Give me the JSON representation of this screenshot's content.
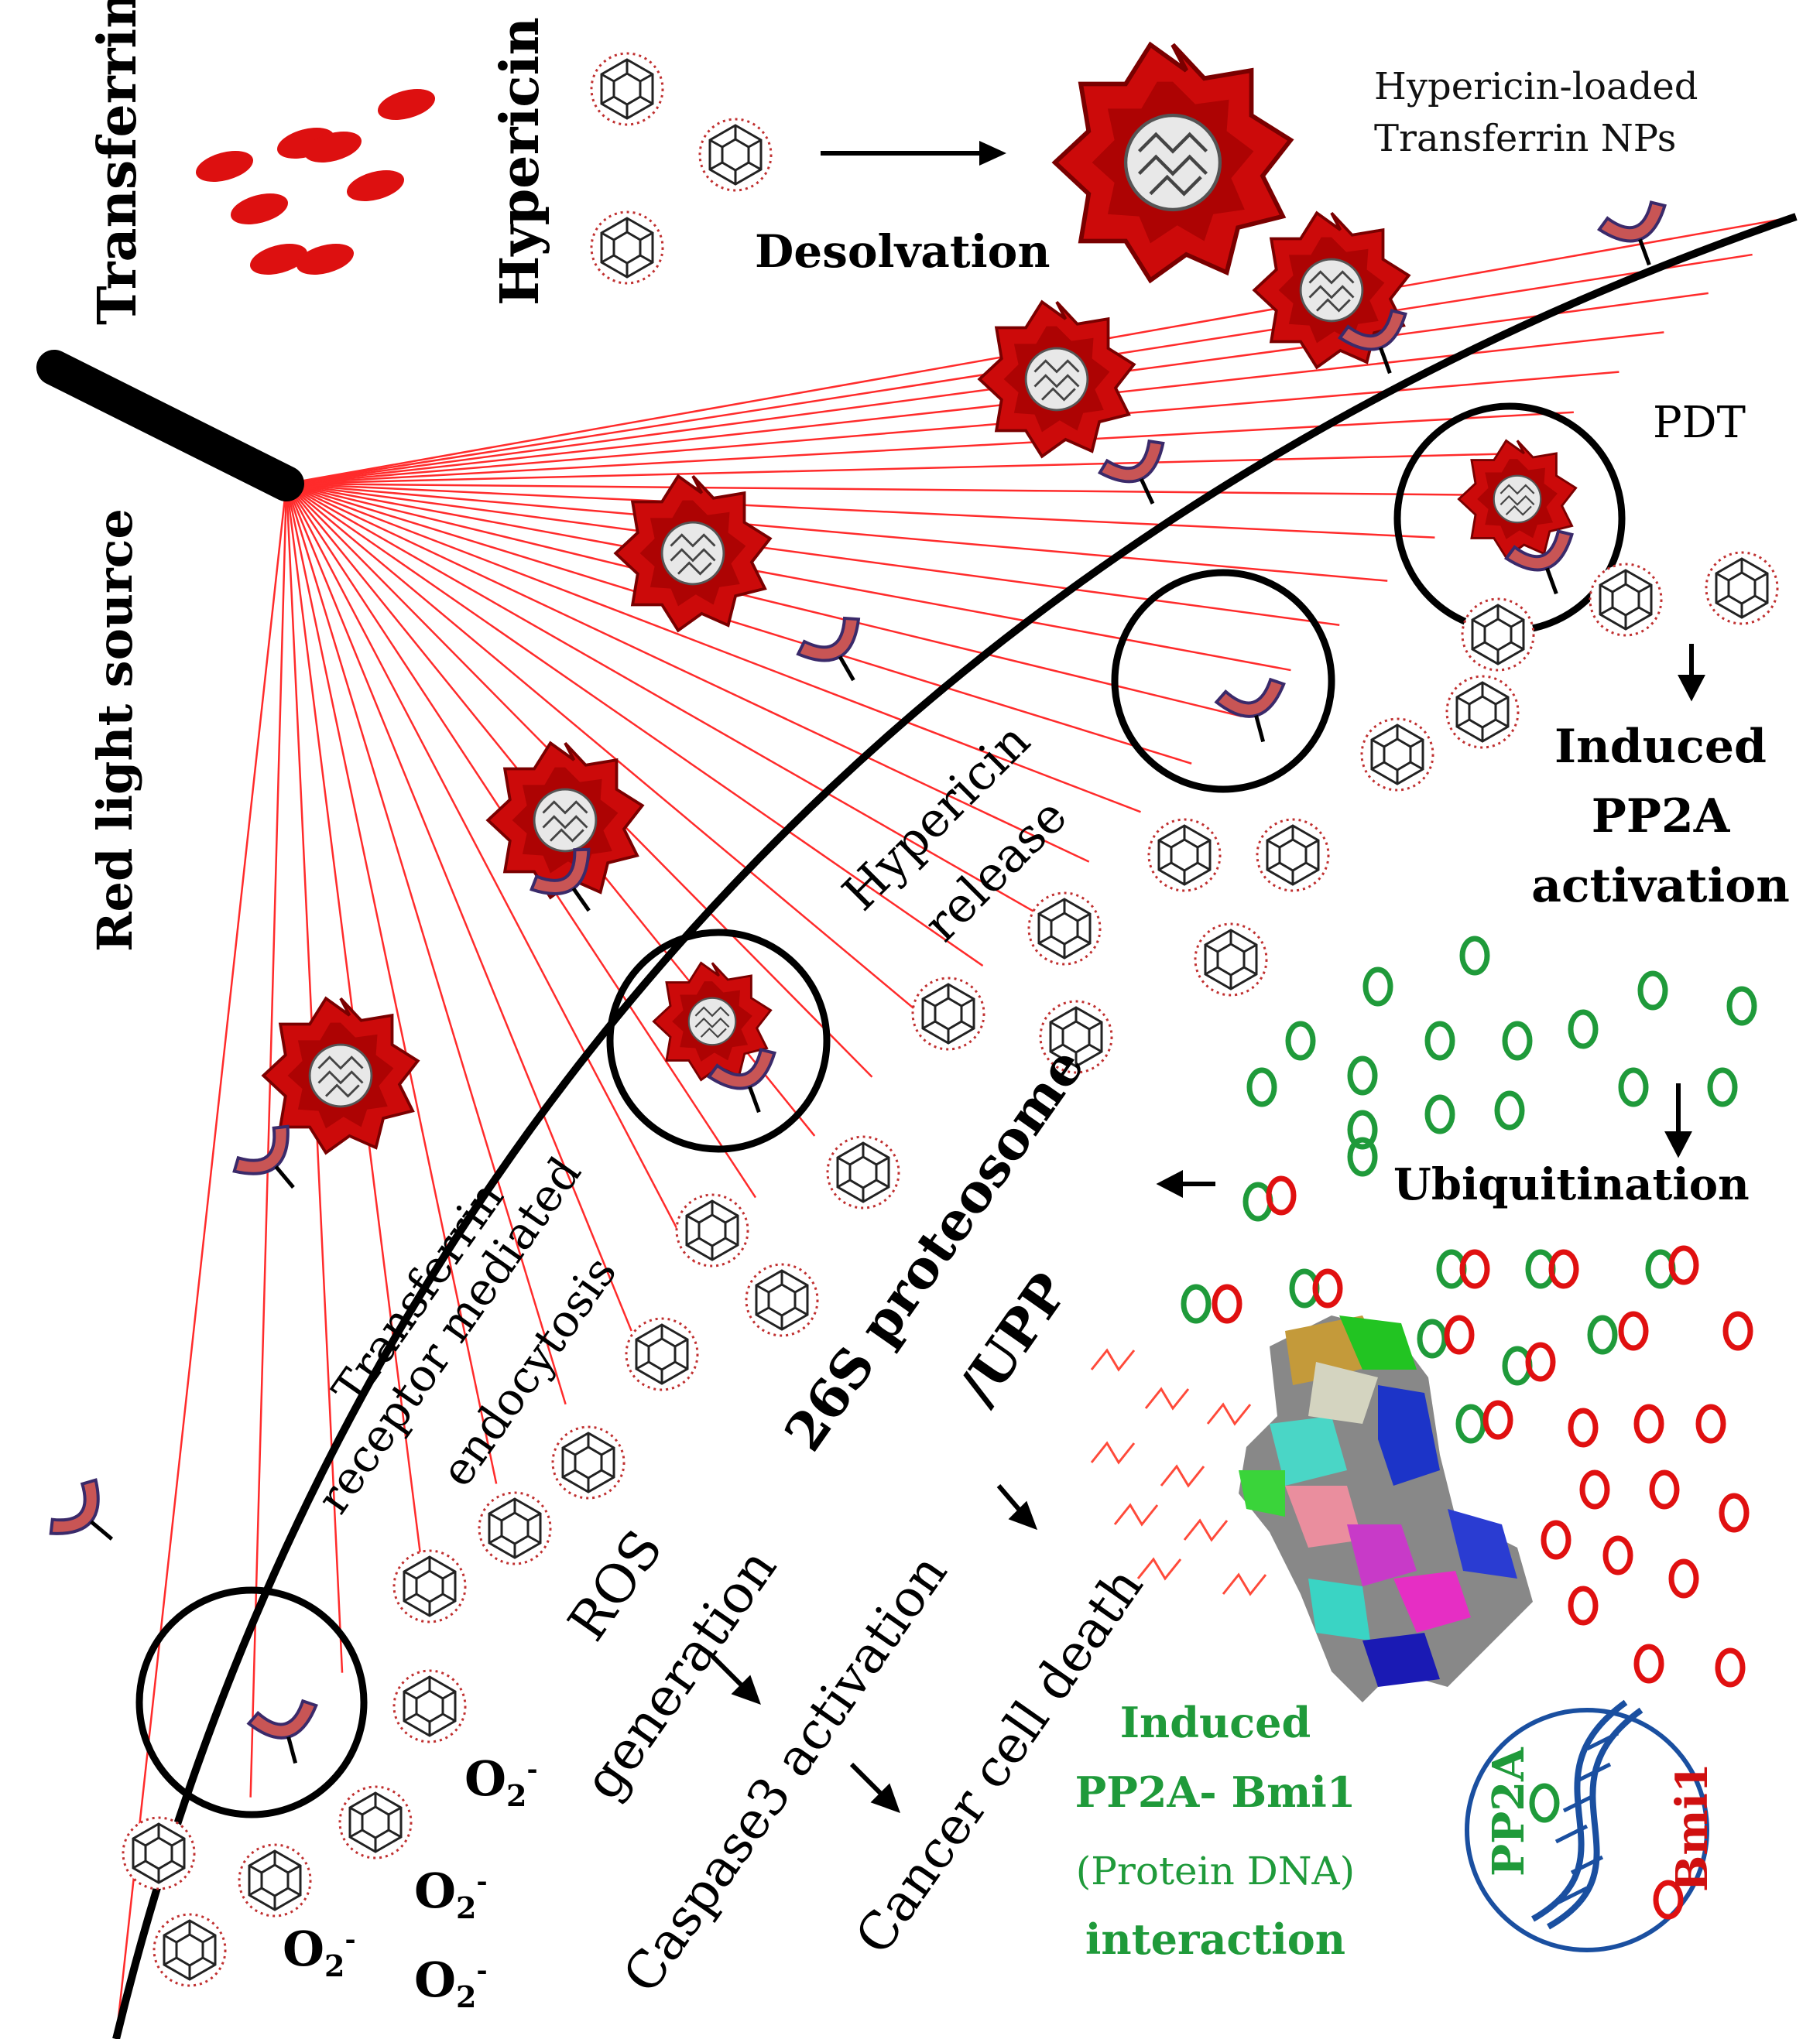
{
  "labels": {
    "transferrin": "Transferrin",
    "hypericin": "Hypericin",
    "desolvation": "Desolvation",
    "nps_line1": "Hypericin-loaded",
    "nps_line2": "Transferrin NPs",
    "red_light_source": "Red light source",
    "pdt": "PDT",
    "induced_pp2a_line1": "Induced",
    "induced_pp2a_line2": "PP2A",
    "induced_pp2a_line3": "activation",
    "hypericin_release_line1": "Hypericin",
    "hypericin_release_line2": "release",
    "ubiquitination": "Ubiquitination",
    "proteosome_line1": "26S proteosome",
    "proteosome_line2": "/UPP",
    "endocytosis_line1": "Transferrin",
    "endocytosis_line2": "receptor mediated",
    "endocytosis_line3": "endocytosis",
    "ros_line1": "ROS",
    "ros_line2": "generation",
    "caspase": "Caspase3 activation",
    "cancer_death": "Cancer cell death",
    "interaction_line1": "Induced",
    "interaction_line2": "PP2A- Bmi1",
    "interaction_line3": "(Protein DNA)",
    "interaction_line4": "interaction",
    "pp2a_circle": "PP2A",
    "bmi1_circle": "Bmi1",
    "superoxide": "O2-"
  },
  "colors": {
    "red": "#e01010",
    "dark_red": "#a00000",
    "green": "#1f9a3a",
    "blue": "#1a4fa0",
    "receptor": "#c0504d",
    "black": "#000000"
  },
  "icons": {
    "molecule": "hypericin-molecule-icon",
    "nanoparticle": "nanoparticle-icon",
    "receptor": "transferrin-receptor-icon"
  }
}
